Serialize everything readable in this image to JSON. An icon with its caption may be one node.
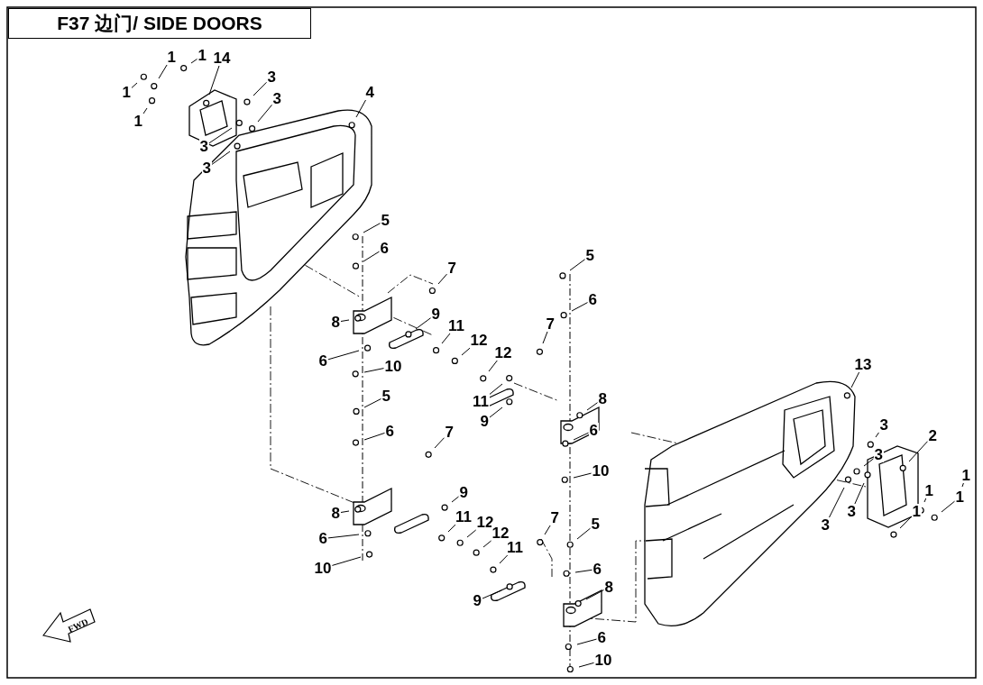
{
  "diagram": {
    "title": "F37 边门/ SIDE DOORS",
    "nodes": [
      {
        "text": [
          "1"
        ]
      },
      {
        "text": [
          "14"
        ]
      },
      {
        "text": [
          "1"
        ]
      },
      {
        "text": [
          "3"
        ]
      },
      {
        "text": [
          "1"
        ]
      },
      {
        "text": [
          "4"
        ]
      },
      {
        "text": [
          "3"
        ]
      },
      {
        "text": [
          "1"
        ]
      },
      {
        "text": [
          "3"
        ]
      },
      {
        "text": [
          "3"
        ]
      },
      {
        "text": [
          "5"
        ]
      },
      {
        "text": [
          "6"
        ]
      },
      {
        "text": [
          "5"
        ]
      },
      {
        "text": [
          "7"
        ]
      },
      {
        "text": [
          "6"
        ]
      },
      {
        "text": [
          "9"
        ]
      },
      {
        "text": [
          "8"
        ]
      },
      {
        "text": [
          "7"
        ]
      },
      {
        "text": [
          "11"
        ]
      },
      {
        "text": [
          "12"
        ]
      },
      {
        "text": [
          "12"
        ]
      },
      {
        "text": [
          "6"
        ]
      },
      {
        "text": [
          "13"
        ]
      },
      {
        "text": [
          "10"
        ]
      },
      {
        "text": [
          "5"
        ]
      },
      {
        "text": [
          "8"
        ]
      },
      {
        "text": [
          "11"
        ]
      },
      {
        "text": [
          "9"
        ]
      },
      {
        "text": [
          "3"
        ]
      },
      {
        "text": [
          "6"
        ]
      },
      {
        "text": [
          "6"
        ]
      },
      {
        "text": [
          "7"
        ]
      },
      {
        "text": [
          "2"
        ]
      },
      {
        "text": [
          "3"
        ]
      },
      {
        "text": [
          "10"
        ]
      },
      {
        "text": [
          "1"
        ]
      },
      {
        "text": [
          "1"
        ]
      },
      {
        "text": [
          "1"
        ]
      },
      {
        "text": [
          "9"
        ]
      },
      {
        "text": [
          "3"
        ]
      },
      {
        "text": [
          "8"
        ]
      },
      {
        "text": [
          "11"
        ]
      },
      {
        "text": [
          "1"
        ]
      },
      {
        "text": [
          "7"
        ]
      },
      {
        "text": [
          "12"
        ]
      },
      {
        "text": [
          "5"
        ]
      },
      {
        "text": [
          "3"
        ]
      },
      {
        "text": [
          "12"
        ]
      },
      {
        "text": [
          "6"
        ]
      },
      {
        "text": [
          "11"
        ]
      },
      {
        "text": [
          "10"
        ]
      },
      {
        "text": [
          "6"
        ]
      },
      {
        "text": [
          "8"
        ]
      },
      {
        "text": [
          "9"
        ]
      },
      {
        "text": [
          "6"
        ]
      },
      {
        "text": [
          "10"
        ]
      }
    ],
    "edges": [
      {
        "from": 0,
        "to": null,
        "arrow": "none"
      },
      {
        "from": 1,
        "to": null,
        "arrow": "none"
      },
      {
        "from": 2,
        "to": null,
        "arrow": "none"
      },
      {
        "from": 3,
        "to": null,
        "arrow": "none"
      },
      {
        "from": 4,
        "to": null,
        "arrow": "none"
      },
      {
        "from": 5,
        "to": null,
        "arrow": "none"
      },
      {
        "from": 6,
        "to": null,
        "arrow": "none"
      },
      {
        "from": 7,
        "to": null,
        "arrow": "none"
      },
      {
        "from": 8,
        "to": null,
        "arrow": "none"
      },
      {
        "from": 9,
        "to": null,
        "arrow": "none"
      },
      {
        "from": 10,
        "to": null,
        "arrow": "none"
      },
      {
        "from": 11,
        "to": null,
        "arrow": "none"
      },
      {
        "from": 12,
        "to": null,
        "arrow": "none"
      },
      {
        "from": 13,
        "to": null,
        "arrow": "none"
      },
      {
        "from": 14,
        "to": null,
        "arrow": "none"
      },
      {
        "from": 15,
        "to": null,
        "arrow": "none"
      },
      {
        "from": 16,
        "to": null,
        "arrow": "none"
      },
      {
        "from": 17,
        "to": null,
        "arrow": "none"
      },
      {
        "from": 18,
        "to": null,
        "arrow": "none"
      },
      {
        "from": 19,
        "to": null,
        "arrow": "none"
      },
      {
        "from": 20,
        "to": null,
        "arrow": "none"
      },
      {
        "from": 21,
        "to": null,
        "arrow": "none"
      },
      {
        "from": 22,
        "to": null,
        "arrow": "none"
      },
      {
        "from": 23,
        "to": null,
        "arrow": "none"
      },
      {
        "from": 24,
        "to": null,
        "arrow": "none"
      },
      {
        "from": 25,
        "to": null,
        "arrow": "none"
      },
      {
        "from": 26,
        "to": null,
        "arrow": "none"
      },
      {
        "from": 27,
        "to": null,
        "arrow": "none"
      },
      {
        "from": 28,
        "to": null,
        "arrow": "none"
      },
      {
        "from": 29,
        "to": null,
        "arrow": "none"
      },
      {
        "from": 30,
        "to": null,
        "arrow": "none"
      },
      {
        "from": 31,
        "to": null,
        "arrow": "none"
      },
      {
        "from": 32,
        "to": null,
        "arrow": "none"
      },
      {
        "from": 33,
        "to": null,
        "arrow": "none"
      },
      {
        "from": 34,
        "to": null,
        "arrow": "none"
      },
      {
        "from": 35,
        "to": null,
        "arrow": "none"
      },
      {
        "from": 36,
        "to": null,
        "arrow": "none"
      },
      {
        "from": 37,
        "to": null,
        "arrow": "none"
      },
      {
        "from": 38,
        "to": null,
        "arrow": "none"
      },
      {
        "from": 39,
        "to": null,
        "arrow": "none"
      },
      {
        "from": 40,
        "to": null,
        "arrow": "none"
      },
      {
        "from": 41,
        "to": null,
        "arrow": "none"
      },
      {
        "from": 42,
        "to": null,
        "arrow": "none"
      },
      {
        "from": 43,
        "to": null,
        "arrow": "none"
      },
      {
        "from": 44,
        "to": null,
        "arrow": "none"
      },
      {
        "from": 45,
        "to": null,
        "arrow": "none"
      },
      {
        "from": 46,
        "to": null,
        "arrow": "none"
      },
      {
        "from": 47,
        "to": null,
        "arrow": "none"
      },
      {
        "from": 48,
        "to": null,
        "arrow": "none"
      },
      {
        "from": 49,
        "to": null,
        "arrow": "none"
      },
      {
        "from": 50,
        "to": null,
        "arrow": "none"
      },
      {
        "from": 51,
        "to": null,
        "arrow": "none"
      },
      {
        "from": 52,
        "to": null,
        "arrow": "none"
      },
      {
        "from": 53,
        "to": null,
        "arrow": "none"
      },
      {
        "from": 54,
        "to": null,
        "arrow": "none"
      },
      {
        "from": 55,
        "to": null,
        "arrow": "none"
      }
    ],
    "labels": [
      "FWD"
    ]
  }
}
